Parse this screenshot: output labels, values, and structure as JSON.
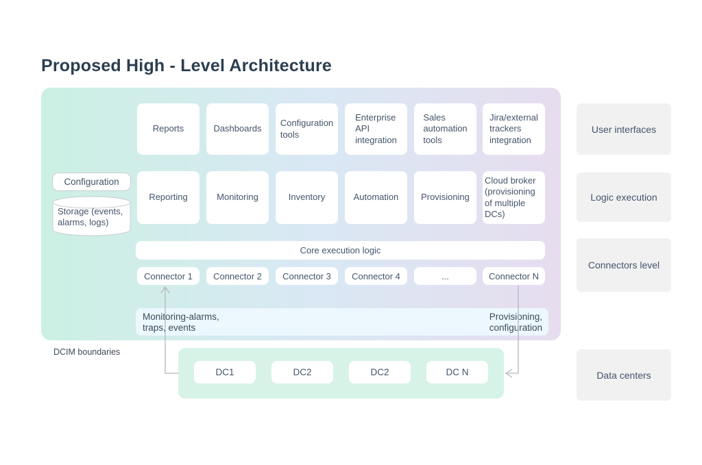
{
  "title": "Proposed High - Level Architecture",
  "colors": {
    "gradient_left": "#cbf0e3",
    "gradient_mid": "#d9e8f4",
    "gradient_right": "#e7ddef",
    "dc_container": "#d7f3e7",
    "flow_bar": "#ecf8fd",
    "side_box": "#f1f1f2",
    "title_text": "#2b3e50",
    "body_text": "#44546a",
    "arrow": "#b3b7bc"
  },
  "ui_row": {
    "boxes": [
      {
        "label": "Reports"
      },
      {
        "label": "Dashboards"
      },
      {
        "label": "Configuration\ntools"
      },
      {
        "label": "Enterprise\nAPI\nintegration"
      },
      {
        "label": "Sales\nautomation\ntools"
      },
      {
        "label": "Jira/external\ntrackers\nintegration"
      }
    ]
  },
  "logic_row": {
    "boxes": [
      {
        "label": "Reporting"
      },
      {
        "label": "Monitoring"
      },
      {
        "label": "Inventory"
      },
      {
        "label": "Automation"
      },
      {
        "label": "Provisioning"
      },
      {
        "label": "Cloud broker\n(provisioning\nof multiple DCs)"
      }
    ]
  },
  "left_stack": {
    "configuration_label": "Configuration",
    "storage_label": "Storage (events,\nalarms, logs)"
  },
  "core_bar": {
    "label": "Core execution logic"
  },
  "connectors_row": {
    "boxes": [
      {
        "label": "Connector 1"
      },
      {
        "label": "Connector 2"
      },
      {
        "label": "Connector 3"
      },
      {
        "label": "Connector 4"
      },
      {
        "label": "..."
      },
      {
        "label": "Connector N"
      }
    ]
  },
  "flow_bar": {
    "left_label": "Monitoring-alarms,\ntraps, events",
    "right_label": "Provisioning,\nconfiguration"
  },
  "dcim_label": "DCIM boundaries",
  "dc_group": {
    "boxes": [
      {
        "label": "DC1"
      },
      {
        "label": "DC2"
      },
      {
        "label": "DC2"
      },
      {
        "label": "DC N"
      }
    ]
  },
  "side_labels": [
    {
      "label": "User interfaces"
    },
    {
      "label": "Logic execution"
    },
    {
      "label": "Connectors level"
    },
    {
      "label": "Data centers"
    }
  ]
}
